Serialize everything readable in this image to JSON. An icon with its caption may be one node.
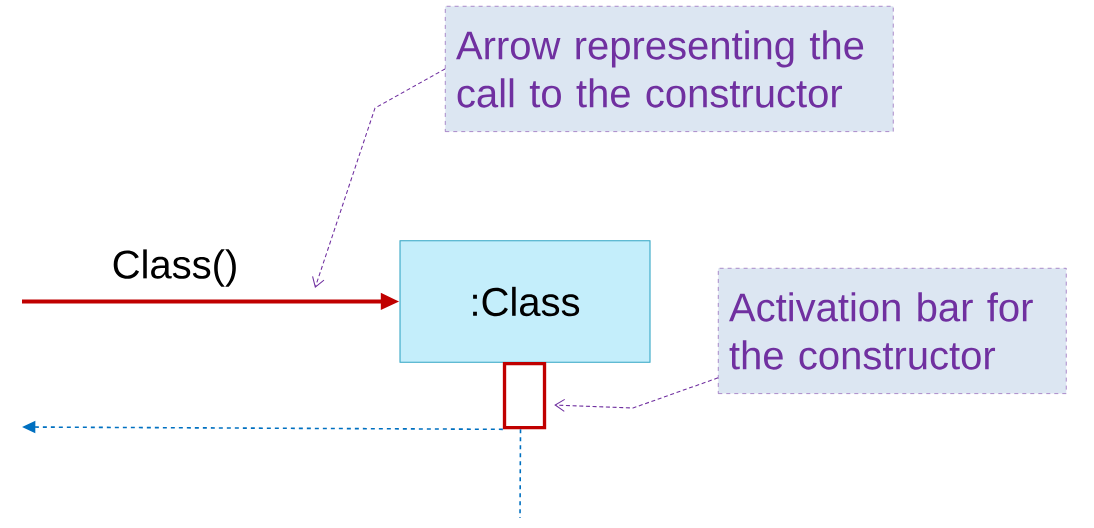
{
  "diagram": {
    "nodes": [
      {
        "text": [
          "Arrow representing the call to the constructor"
        ]
      },
      {
        "text": [
          ":Class"
        ]
      },
      {
        "text": [
          "Activation bar for the constructor"
        ]
      },
      {
        "text": [],
        "shape": "bar"
      }
    ],
    "edges": [
      {
        "from": null,
        "to": 1,
        "arrow": "to",
        "label": "Class()",
        "style": "thick",
        "color": "#c00000"
      },
      {
        "from": 3,
        "to": null,
        "arrow": "to",
        "style": "dashed",
        "color": "#0070c0"
      },
      {
        "from": 3,
        "to": null,
        "arrow": "none",
        "style": "dashed",
        "color": "#0070c0"
      },
      {
        "from": 0,
        "to": null,
        "arrow": "to",
        "style": "dashed",
        "color": "#7030a0"
      },
      {
        "from": 2,
        "to": 3,
        "arrow": "to",
        "style": "dashed",
        "color": "#7030a0"
      }
    ]
  }
}
